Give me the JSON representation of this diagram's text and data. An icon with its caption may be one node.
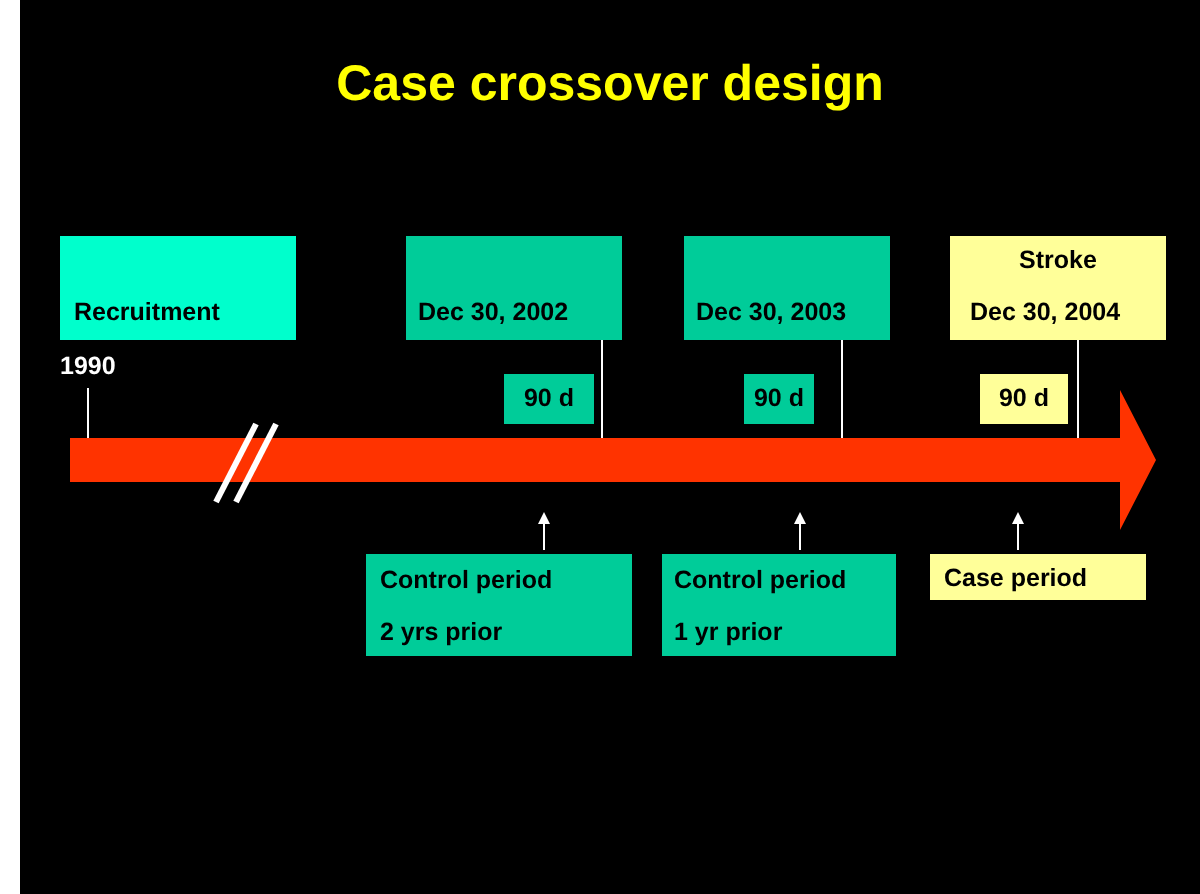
{
  "diagram": {
    "title": "Case crossover design",
    "nodes": [
      {
        "text": [
          "Recruitment"
        ]
      },
      {
        "text": [
          "Dec 30, 2002"
        ]
      },
      {
        "text": [
          "Dec 30, 2003"
        ]
      },
      {
        "text": [
          "Stroke",
          "Dec 30, 2004"
        ]
      },
      {
        "text": [
          "1990"
        ]
      },
      {
        "text": [
          "90 d"
        ]
      },
      {
        "text": [
          "90 d"
        ]
      },
      {
        "text": [
          "90 d"
        ]
      },
      {
        "text": [
          "Control period",
          "2 yrs prior"
        ]
      },
      {
        "text": [
          "Control period",
          "1 yr prior"
        ]
      },
      {
        "text": [
          "Case period"
        ]
      },
      {
        "text": [],
        "shape": "arrow"
      }
    ],
    "edges": [
      {
        "from": 4,
        "to": 11,
        "arrow": "none"
      },
      {
        "from": 1,
        "to": 11,
        "arrow": "none"
      },
      {
        "from": 2,
        "to": 11,
        "arrow": "none"
      },
      {
        "from": 3,
        "to": 11,
        "arrow": "none"
      },
      {
        "from": 8,
        "to": 11,
        "arrow": "to"
      },
      {
        "from": 9,
        "to": 11,
        "arrow": "to"
      },
      {
        "from": 10,
        "to": 11,
        "arrow": "to"
      }
    ]
  }
}
